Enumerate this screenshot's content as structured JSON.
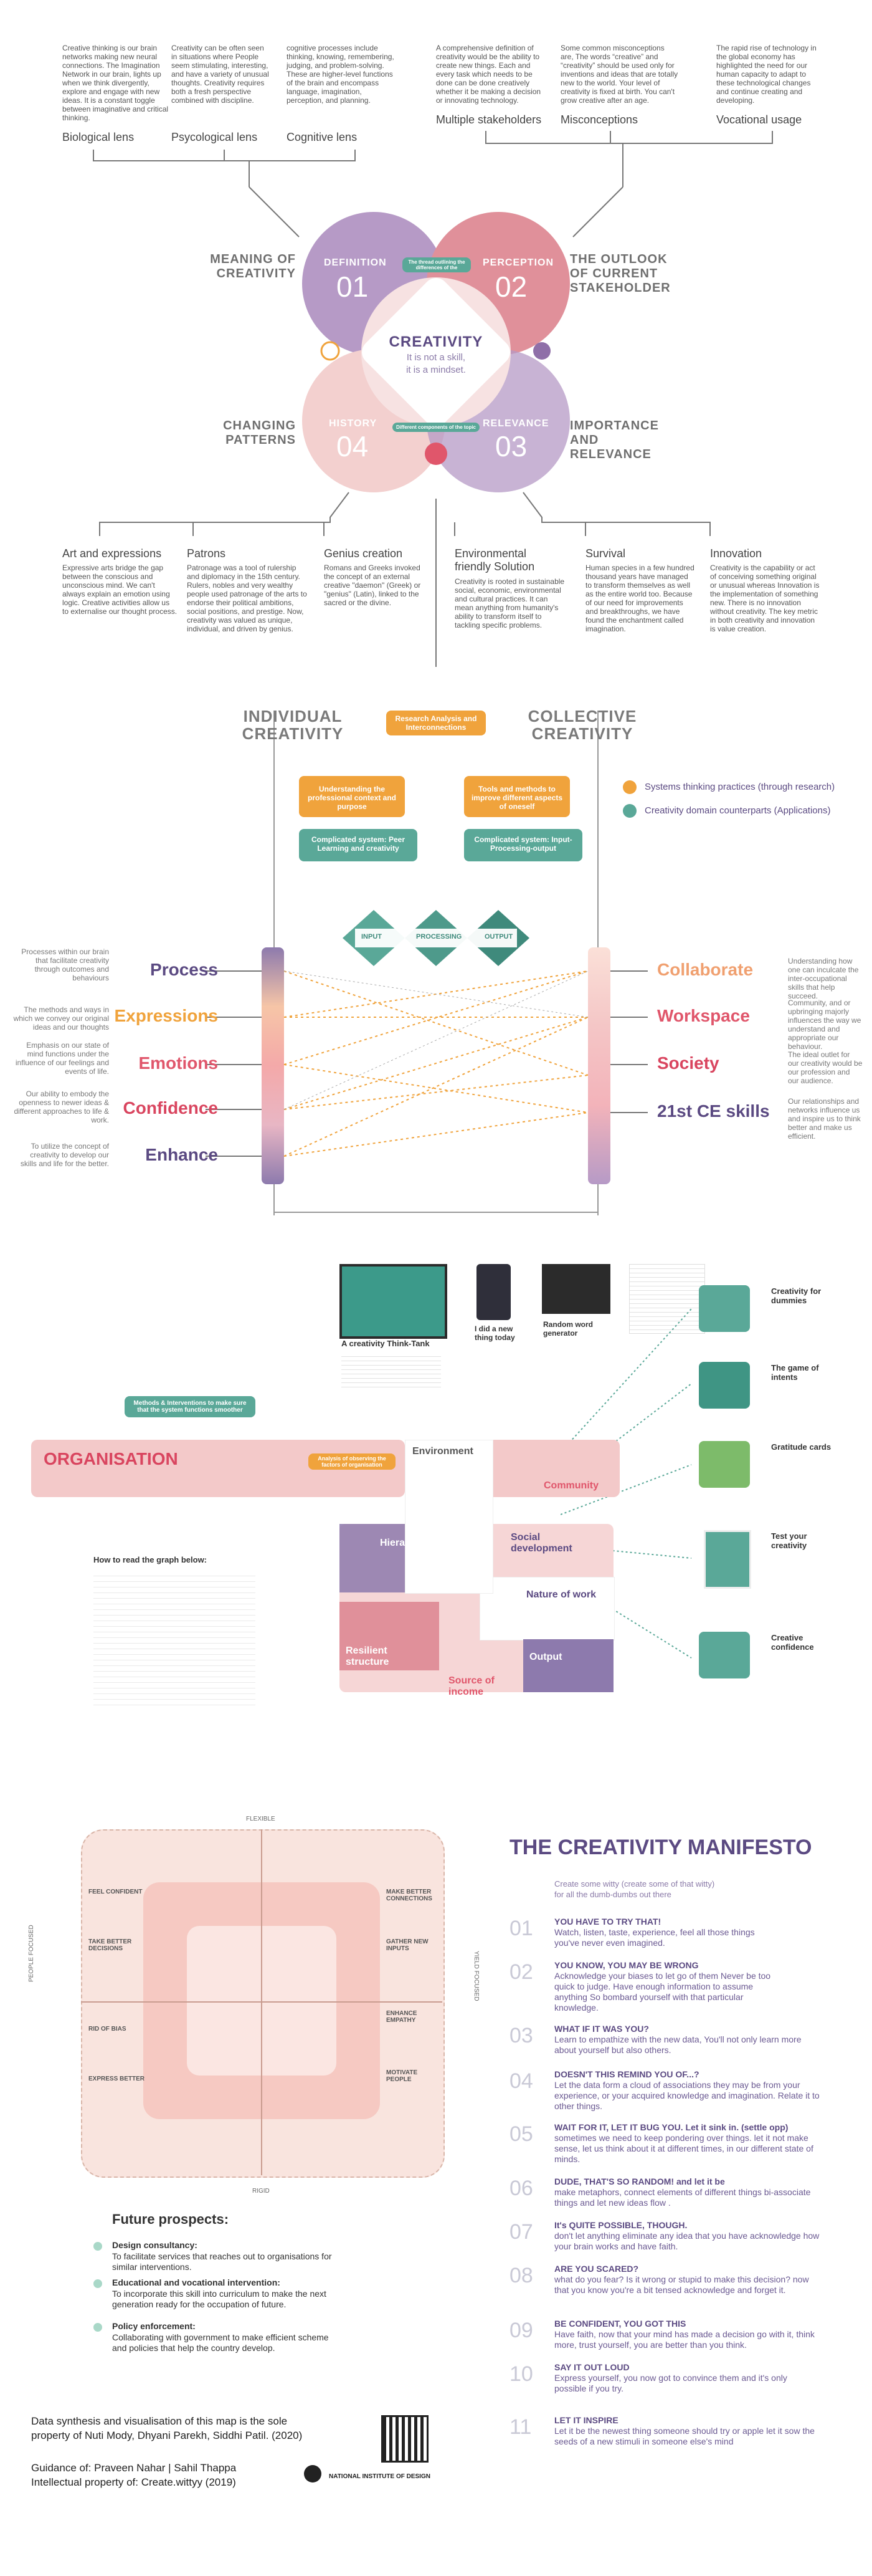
{
  "top_lenses": [
    {
      "title": "Biological lens",
      "text": "Creative thinking is our brain networks making new neural connections. The Imagination Network in our brain, lights up when we think divergently, explore and engage with new ideas. It is a constant toggle between imaginative and critical thinking."
    },
    {
      "title": "Psycological lens",
      "text": "Creativity can be often seen in situations where People seem stimulating, interesting, and have a variety of unusual thoughts. Creativity requires both a fresh perspective combined with discipline."
    },
    {
      "title": "Cognitive lens",
      "text": "cognitive processes include thinking, knowing, remembering, judging, and problem-solving. These are higher-level functions of the brain and encompass language, imagination, perception, and planning."
    },
    {
      "title": "Multiple stakeholders",
      "text": "A comprehensive definition of creativity would be the ability to create new things. Each and every task which needs to be done can be done creatively whether it be making a decision or innovating technology."
    },
    {
      "title": "Misconceptions",
      "text": "Some common misconceptions are, The words “creative” and “creativity” should be used only for inventions and ideas that are totally new to the world. Your level of creativity is fixed at birth. You can't grow creative after an age."
    },
    {
      "title": "Vocational usage",
      "text": "The rapid rise of technology in the global economy has highlighted the need for our human capacity to adapt to these technological changes and continue creating and developing."
    }
  ],
  "flower": {
    "center_title": "CREATIVITY",
    "center_sub1": "It is not a skill,",
    "center_sub2": "it is a mindset.",
    "petals": [
      {
        "title": "DEFINITION",
        "num": "01"
      },
      {
        "title": "PERCEPTION",
        "num": "02"
      },
      {
        "title": "HISTORY",
        "num": "04"
      },
      {
        "title": "RELEVANCE",
        "num": "03"
      }
    ],
    "tag_top": "The thread outlining the differences of the",
    "tag_bottom": "Different components of the topic",
    "outer_labels": [
      "MEANING OF CREATIVITY",
      "THE OUTLOOK OF CURRENT STAKEHOLDER",
      "CHANGING PATTERNS",
      "IMPORTANCE AND RELEVANCE"
    ]
  },
  "mid_lenses": [
    {
      "title": "Art and expressions",
      "text": "Expressive arts bridge the gap between the conscious and unconscious mind. We can't always explain an emotion using logic. Creative activities allow us to externalise our thought process."
    },
    {
      "title": "Patrons",
      "text": "Patronage was a tool of rulership and diplomacy in the 15th century. Rulers, nobles and very wealthy people used patronage of the arts to endorse their political ambitions, social positions, and prestige. Now, creativity was valued as unique, individual, and driven by genius."
    },
    {
      "title": "Genius creation",
      "text": "Romans and Greeks invoked the concept of an external creative \"daemon\" (Greek) or \"genius\" (Latin), linked to the sacred or the divine."
    },
    {
      "title": "Environmental friendly Solution",
      "text": "Creativity is rooted in sustainable social, economic, environmental and cultural practices. It can mean anything from humanity's ability to transform itself to tackling specific problems."
    },
    {
      "title": "Survival",
      "text": "Human species in a few hundred thousand years have managed to transform themselves as well as the entire world too. Because of our need for improvements and breakthroughs, we have found the enchantment called imagination."
    },
    {
      "title": "Innovation",
      "text": "Creativity is the capability or act of conceiving something original or unusual whereas Innovation is the implementation of something new. There is no innovation without creativity. The key metric in both creativity and innovation is value creation."
    }
  ],
  "ic": {
    "left": "INDIVIDUAL CREATIVITY",
    "right": "COLLECTIVE CREATIVITY",
    "center_pill": "Research Analysis and Interconnections",
    "orange_left": "Understanding the professional context and purpose",
    "orange_right": "Tools and methods to improve different aspects of oneself",
    "teal_left": "Complicated system: Peer Learning and creativity",
    "teal_right": "Complicated system: Input-Processing-output",
    "legend1": "Systems thinking practices (through research)",
    "legend2": "Creativity domain counterparts (Applications)",
    "ipo": [
      "INPUT",
      "PROCESSING",
      "OUTPUT"
    ]
  },
  "left_rows": [
    {
      "label": "Process",
      "note": "Processes within our brain that facilitate creativity through outcomes and behaviours",
      "color": "#5b4a82"
    },
    {
      "label": "Expressions",
      "note": "The methods and ways in which we convey our original ideas and our thoughts",
      "color": "#f0a33c"
    },
    {
      "label": "Emotions",
      "note": "Emphasis on our state of mind functions under the influence of our feelings and events of life.",
      "color": "#e0566b"
    },
    {
      "label": "Confidence",
      "note": "Our ability to embody the openness to newer ideas & different approaches to life & work.",
      "color": "#d9455f"
    },
    {
      "label": "Enhance",
      "note": "To utilize the concept of creativity to develop our skills and life for the better.",
      "color": "#5b4a82"
    }
  ],
  "right_rows": [
    {
      "label": "Collaborate",
      "note": "Understanding how one can inculcate the inter-occupational skills that help succeed.",
      "color": "#f0a070"
    },
    {
      "label": "Workspace",
      "note": "Community, and or upbringing majorly influences the way we understand and appropriate our behaviour.",
      "color": "#e0566b"
    },
    {
      "label": "Society",
      "note": "The ideal outlet for our creativity would be our profession and our audience.",
      "color": "#d9455f"
    },
    {
      "label": "21st CE skills",
      "note": "Our relationships and networks influence us and inspire us to think better and make us efficient.",
      "color": "#5b4a82"
    }
  ],
  "tools": [
    {
      "title": "A creativity Think-Tank"
    },
    {
      "title": "I did a new thing today"
    },
    {
      "title": "Random word generator"
    }
  ],
  "tools_pill": "Methods & Interventions to make sure that the system functions smoother",
  "tool_cards": [
    {
      "title": "Creativity for dummies"
    },
    {
      "title": "The game of intents"
    },
    {
      "title": "Gratitude cards"
    },
    {
      "title": "Test your creativity"
    },
    {
      "title": "Creative confidence"
    }
  ],
  "org": {
    "title": "ORGANISATION",
    "labels": [
      "Environment",
      "Community",
      "Hierarchy",
      "Social development",
      "Nature of work",
      "Resilient structure",
      "Source of income",
      "Output"
    ],
    "orange_tag": "Analysis of observing the factors of organisation"
  },
  "how_to": {
    "title": "How to read the graph below:"
  },
  "quadrant": {
    "top": "FLEXIBLE",
    "bottom": "RIGID",
    "left": "PEOPLE FOCUSED",
    "right": "YIELD FOCUSED",
    "left_items": [
      "FEEL CONFIDENT",
      "TAKE BETTER DECISIONS",
      "RID OF BIAS",
      "EXPRESS BETTER"
    ],
    "right_items": [
      "MAKE BETTER CONNECTIONS",
      "GATHER NEW INPUTS",
      "ENHANCE EMPATHY",
      "MOTIVATE PEOPLE"
    ]
  },
  "future": {
    "title": "Future prospects:",
    "items": [
      {
        "head": "Design consultancy:",
        "text": "To facilitate services that reaches out to organisations for similar interventions."
      },
      {
        "head": "Educational and vocational intervention:",
        "text": "To incorporate this skill into curriculum to make the next generation ready for the occupation of future."
      },
      {
        "head": "Policy enforcement:",
        "text": "Collaborating with government to make efficient scheme and policies that help the country develop."
      }
    ]
  },
  "credits": {
    "line1": "Data synthesis and visualisation of this map is the sole",
    "line2": "property of Nuti Mody, Dhyani Parekh, Siddhi Patil. (2020)",
    "line3": "Guidance of: Praveen Nahar | Sahil Thappa",
    "line4": "Intellectual property of: Create.wittyy (2019)",
    "nid": "NATIONAL INSTITUTE OF DESIGN"
  },
  "manifesto": {
    "title": "THE CREATIVITY MANIFESTO",
    "intro1": "Create some witty (create some of that witty)",
    "intro2": "for all the dumb-dumbs out there",
    "items": [
      {
        "num": "01",
        "head": "YOU HAVE TO TRY THAT!",
        "text": "Watch, listen, taste, experience, feel all those things you've never even imagined."
      },
      {
        "num": "02",
        "head": "YOU KNOW, YOU MAY BE WRONG",
        "text": "Acknowledge your biases to let go of them Never be too quick to judge. Have enough information to assume anything So bombard yourself with that particular knowledge."
      },
      {
        "num": "03",
        "head": "WHAT IF IT WAS YOU?",
        "text": "Learn to empathize with the new data, You'll not only learn more about yourself but also others."
      },
      {
        "num": "04",
        "head": "DOESN'T THIS REMIND YOU OF...?",
        "text": "Let the data form a cloud of associations they may be from your experience, or your acquired knowledge and imagination. Relate it to other things."
      },
      {
        "num": "05",
        "head": "WAIT FOR IT, LET IT BUG YOU. Let it sink in. (settle opp)",
        "text": "sometimes we need to keep pondering over things. let it not make sense, let us think about it at different times, in our different state of minds."
      },
      {
        "num": "06",
        "head": "DUDE, THAT'S SO RANDOM! and let it be",
        "text": "make metaphors, connect elements of different things bi-associate things and let new ideas flow ."
      },
      {
        "num": "07",
        "head": "It's QUITE POSSIBLE, THOUGH.",
        "text": "don't let anything eliminate any idea that you have acknowledge how your brain works and have faith."
      },
      {
        "num": "08",
        "head": "ARE YOU SCARED?",
        "text": "what do you fear? Is it wrong or stupid to make this decision? now that you know you're a bit tensed acknowledge and forget it."
      },
      {
        "num": "09",
        "head": "BE CONFIDENT, YOU GOT THIS",
        "text": "Have faith, now that your mind has made a decision go with it, think more, trust yourself, you are better than you think."
      },
      {
        "num": "10",
        "head": "SAY IT OUT LOUD",
        "text": "Express yourself, you now got to convince them and it's only possible if you try."
      },
      {
        "num": "11",
        "head": "LET IT INSPIRE",
        "text": "Let it be the newest thing someone should try or apple let it sow the seeds of a new stimuli in someone else's mind"
      }
    ]
  },
  "colors": {
    "purple": "#5b4a82",
    "orange": "#f0a33c",
    "teal": "#5aa898",
    "pink": "#e0566b",
    "lilac": "#b69ac6",
    "blush": "#f3c9c9"
  }
}
